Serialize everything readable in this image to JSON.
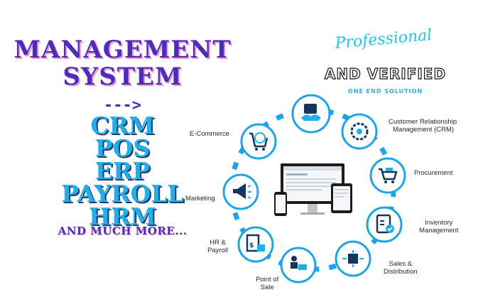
{
  "left_panel": {
    "title_line1": "MANAGEMENT",
    "title_line2": "SYSTEM",
    "arrow": "--->",
    "acronyms": [
      "CRM",
      "POS",
      "ERP",
      "PAYROLL",
      "HRM"
    ],
    "and_more": "AND MUCH MORE..."
  },
  "right_panel": {
    "professional": "Professional",
    "and_verified": "AND VERIFIED",
    "one_end": "ONE END SOLUTION"
  },
  "modules": {
    "top": "",
    "crm_line1": "Customer Relationship",
    "crm_line2": "Management (CRM)",
    "procurement": "Procurement",
    "inventory_line1": "Inventory",
    "inventory_line2": "Management",
    "sales_line1": "Sales &",
    "sales_line2": "Distribution",
    "pos_line1": "Point of",
    "pos_line2": "Sale",
    "hr_line1": "HR &",
    "hr_line2": "Payroll",
    "marketing": "Marketing",
    "ecommerce": "E-Commerce"
  },
  "colors": {
    "purple": "#4b2db8",
    "pink_shadow": "#f19ad6",
    "cyan": "#22aee8",
    "ring_blue": "#1ea3e6",
    "icon_dark": "#14355c"
  },
  "icons": [
    "handshake-icon",
    "gear-people-icon",
    "shopping-cart-icon",
    "clipboard-check-icon",
    "boxes-arrows-icon",
    "cashier-icon",
    "payroll-doc-icon",
    "megaphone-icon",
    "web-cart-icon"
  ]
}
